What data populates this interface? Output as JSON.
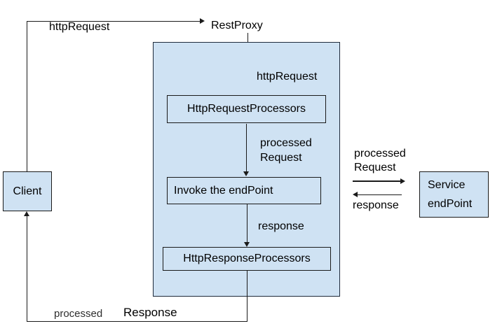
{
  "nodes": {
    "client": {
      "label": "Client"
    },
    "rest_proxy": {
      "label": "RestProxy"
    },
    "http_request_processors": {
      "label": "HttpRequestProcessors"
    },
    "invoke_endpoint": {
      "label": "Invoke the endPoint"
    },
    "http_response_processors": {
      "label": "HttpResponseProcessors"
    },
    "service_endpoint": {
      "line1": "Service",
      "line2": "endPoint"
    }
  },
  "edges": {
    "client_to_restproxy": {
      "label": "httpRequest"
    },
    "restproxy_to_reqproc": {
      "label": "httpRequest"
    },
    "reqproc_to_invoke": {
      "label_line1": "processed",
      "label_line2": "Request"
    },
    "invoke_to_resproc": {
      "label": "response"
    },
    "proxy_to_service": {
      "label_line1": "processed",
      "label_line2": "Request"
    },
    "service_to_proxy": {
      "label": "response"
    },
    "resproc_to_client": {
      "label_word1": "processed",
      "label_word2": "Response"
    }
  },
  "colors": {
    "node_fill": "#cfe2f3",
    "border": "#1a1a1a",
    "container_border": "#1e2a3a",
    "line": "#1a1a1a",
    "text": "#000000"
  }
}
